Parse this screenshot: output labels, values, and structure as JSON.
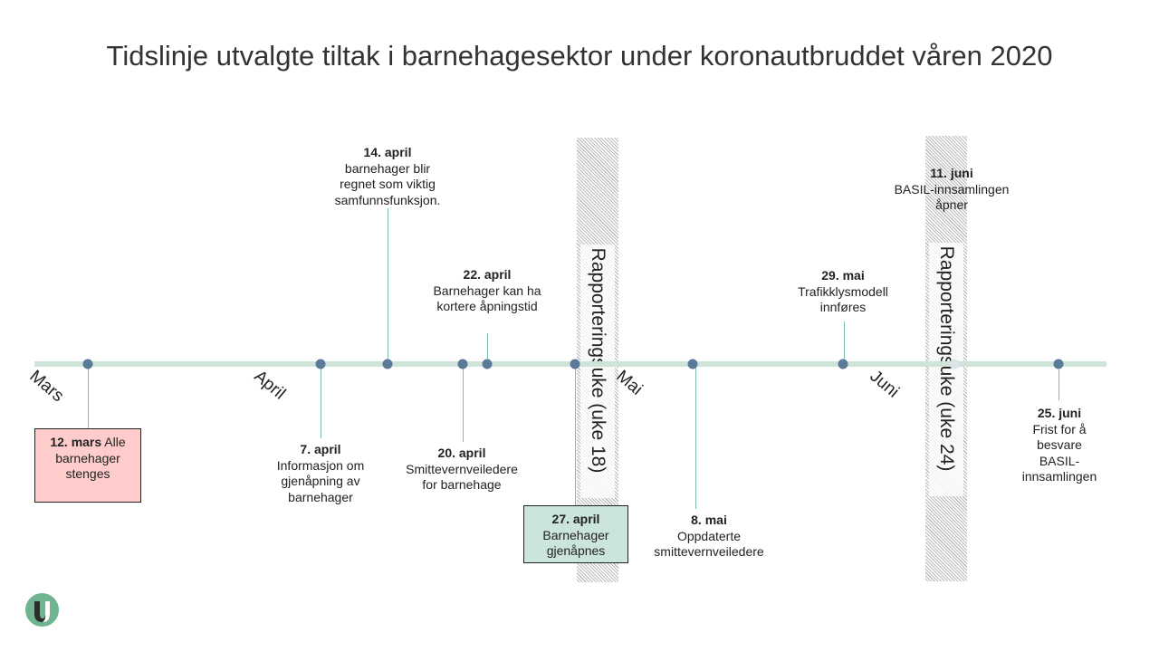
{
  "title": "Tidslinje utvalgte tiltak i barnehagesektor under koronautbruddet våren 2020",
  "months": [
    "Mars",
    "April",
    "Mai",
    "Juni"
  ],
  "bands": [
    "Rapporteringsuke (uke 18)",
    "Rapporteringsuke (uke 24)"
  ],
  "events": [
    {
      "date": "12. mars",
      "text": "Alle\nbarnehager\nstenges"
    },
    {
      "date": "7. april",
      "text": "Informasjon om\ngjenåpning av\nbarnehager"
    },
    {
      "date": "14. april",
      "text": "barnehager blir\nregnet som viktig\nsamfunnsfunksjon."
    },
    {
      "date": "20. april",
      "text": "Smittevernveiledere\nfor barnehage"
    },
    {
      "date": "22. april",
      "text": "Barnehager kan ha\nkortere åpningstid"
    },
    {
      "date": "27. april",
      "text": "Barnehager\ngjenåpnes"
    },
    {
      "date": "8. mai",
      "text": "Oppdaterte\nsmittevernveiledere"
    },
    {
      "date": "29. mai",
      "text": "Trafikklysmodell\ninnføres"
    },
    {
      "date": "11. juni",
      "text": "BASIL-innsamlingen\nåpner"
    },
    {
      "date": "25. juni",
      "text": "Frist for å besvare\nBASIL-innsamlingen"
    }
  ],
  "colors": {
    "closed": "#ffcccc",
    "reopen": "#cce5da",
    "axis": "#cfe3d9",
    "dot": "#5b7a99"
  }
}
